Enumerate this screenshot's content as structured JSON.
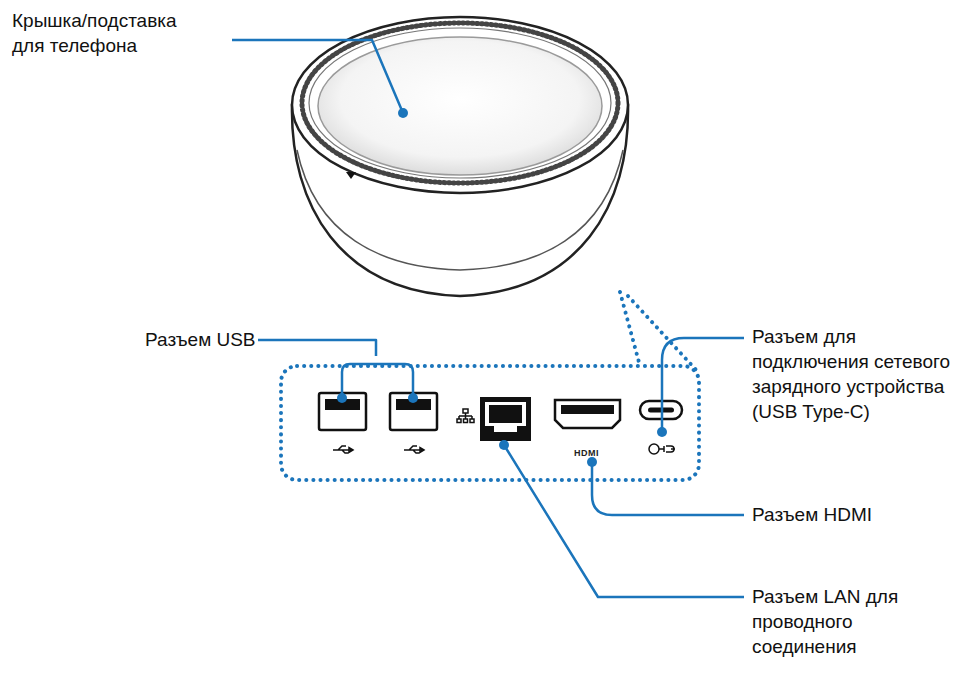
{
  "diagram": {
    "labels": [
      "Крышка/подставка для телефона",
      "Разъем USB",
      "Разъем для подключения сетевого зарядного устройства (USB Type-C)",
      "HDMI",
      "Разъем HDMI",
      "Разъем LAN для проводного соединения"
    ]
  }
}
